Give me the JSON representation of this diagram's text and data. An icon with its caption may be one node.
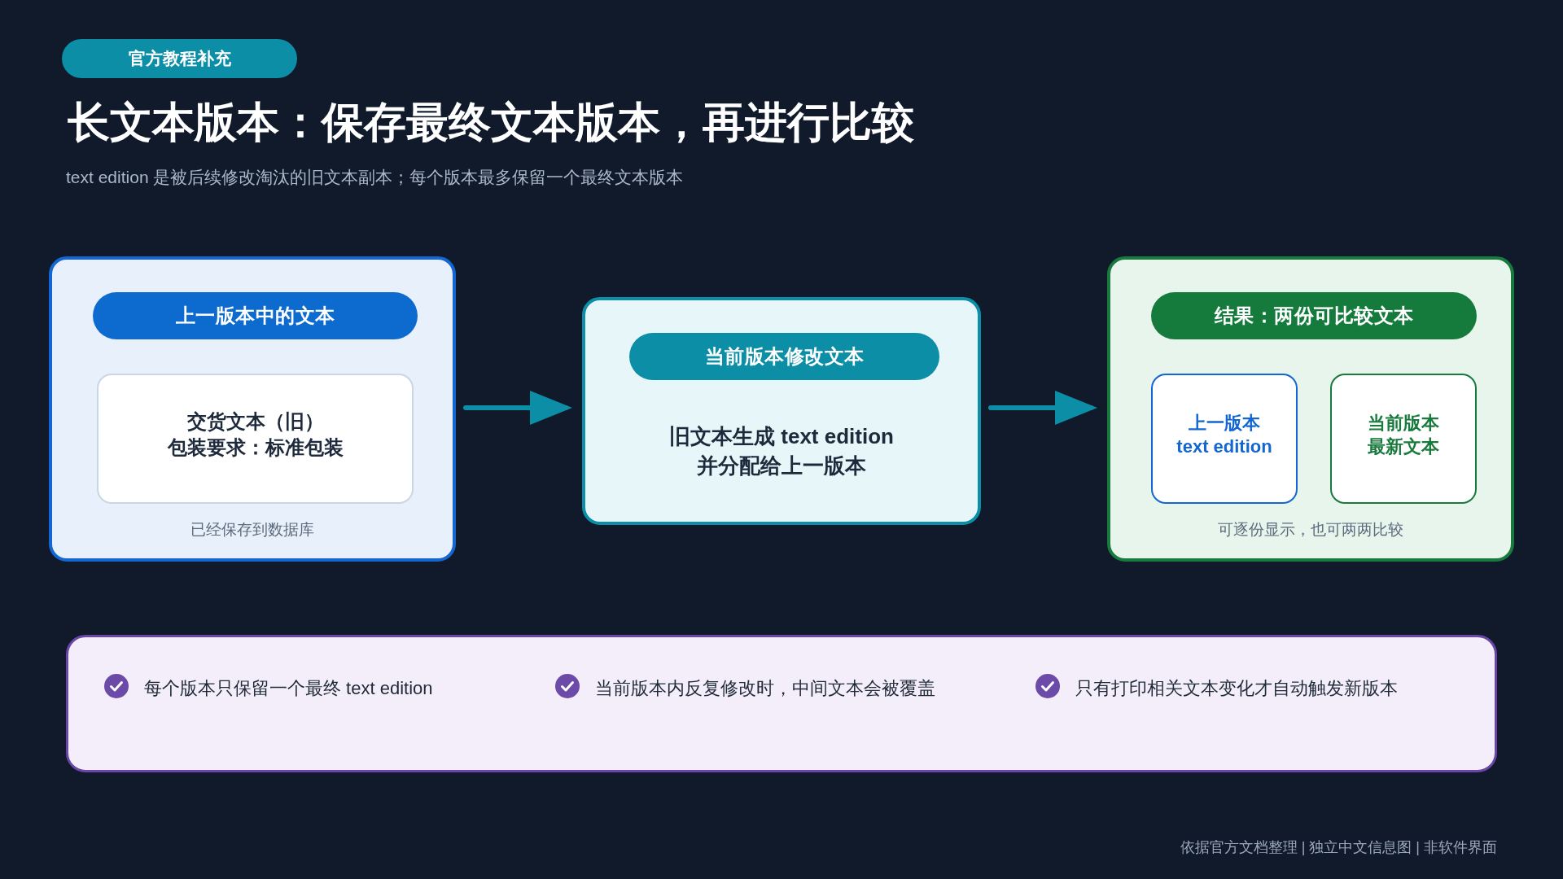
{
  "diagram": {
    "title": "长文本版本：保存最终文本版本，再进行比较",
    "nodes": [
      {
        "text": [
          "官方教程补充"
        ]
      },
      {
        "text": [
          "已经保存到数据库"
        ]
      },
      {
        "text": [
          "上一版本中的文本"
        ],
        "in": 1
      },
      {
        "text": [
          "交货文本（旧）",
          "包装要求：标准包装"
        ],
        "in": 1
      },
      {
        "text": [
          "旧文本生成 text edition 并分配给上一版本"
        ]
      },
      {
        "text": [
          "当前版本修改文本"
        ],
        "in": 4
      },
      {
        "text": [
          "可逐份显示，也可两两比较"
        ]
      },
      {
        "text": [
          "结果：两份可比较文本"
        ],
        "in": 6
      },
      {
        "text": [
          "上一版本",
          "text edition"
        ],
        "in": 6
      },
      {
        "text": [
          "当前版本最新文本"
        ],
        "in": 6
      },
      {
        "text": [
          "每个版本只保留一个最终 text edition",
          "当前版本内反复修改时，中间文本会被覆盖",
          "只有打印相关文本变化才自动触发新版本"
        ]
      }
    ],
    "edges": [
      {
        "from": 1,
        "to": 4,
        "arrow": "to"
      },
      {
        "from": 4,
        "to": 6,
        "arrow": "to"
      }
    ],
    "labels": [
      "text edition 是被后续修改淘汰的旧文本副本；每个版本最多保留一个最终文本版本",
      "依据官方文档整理 | 独立中文信息图 | 非软件界面"
    ]
  }
}
